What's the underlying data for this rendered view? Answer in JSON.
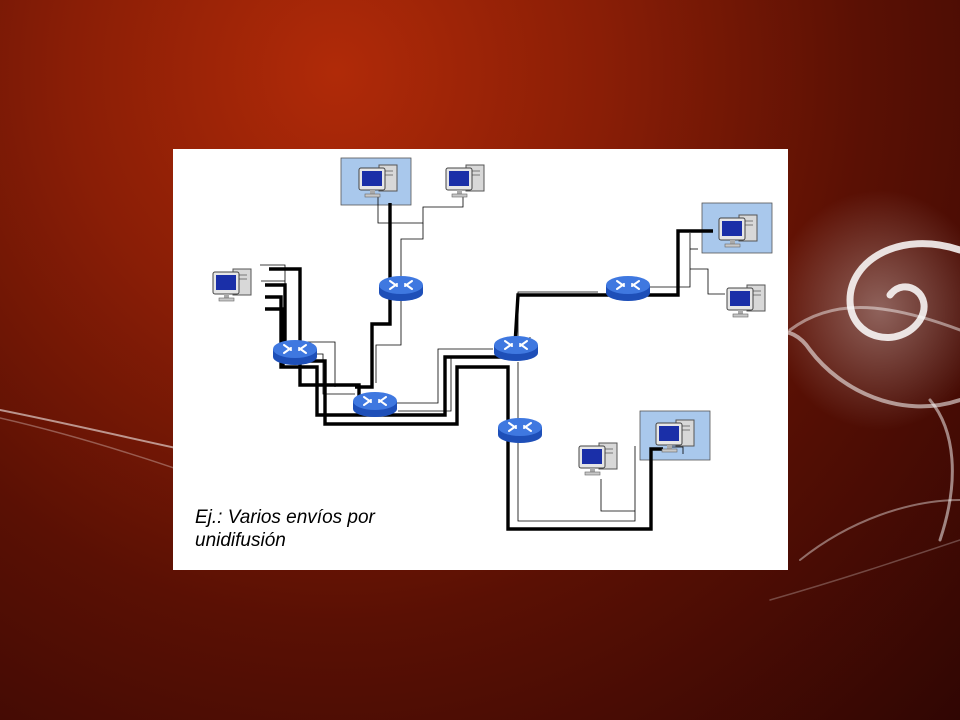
{
  "caption": {
    "line1": "Ej.: Varios envíos por",
    "line2": "unidifusión"
  },
  "colors": {
    "background": "#8a1e06",
    "router": "#2f63d6",
    "highlight_box": "#a9c8ec",
    "unicast_path": "#000000"
  },
  "icons": {
    "host": "desktop-computer-icon",
    "router": "router-icon"
  },
  "diagram": {
    "hosts": [
      {
        "id": "top-left-host",
        "highlighted": true
      },
      {
        "id": "top-right-host",
        "highlighted": false
      },
      {
        "id": "left-host",
        "highlighted": false
      },
      {
        "id": "right-top-host",
        "highlighted": true
      },
      {
        "id": "right-bottom-host",
        "highlighted": false
      },
      {
        "id": "bottom-left-host",
        "highlighted": false
      },
      {
        "id": "bottom-right-host",
        "highlighted": true
      }
    ],
    "routers": [
      "router-left",
      "router-top",
      "router-center",
      "router-middle",
      "router-right",
      "router-bottom"
    ],
    "unicast_streams": 3
  }
}
